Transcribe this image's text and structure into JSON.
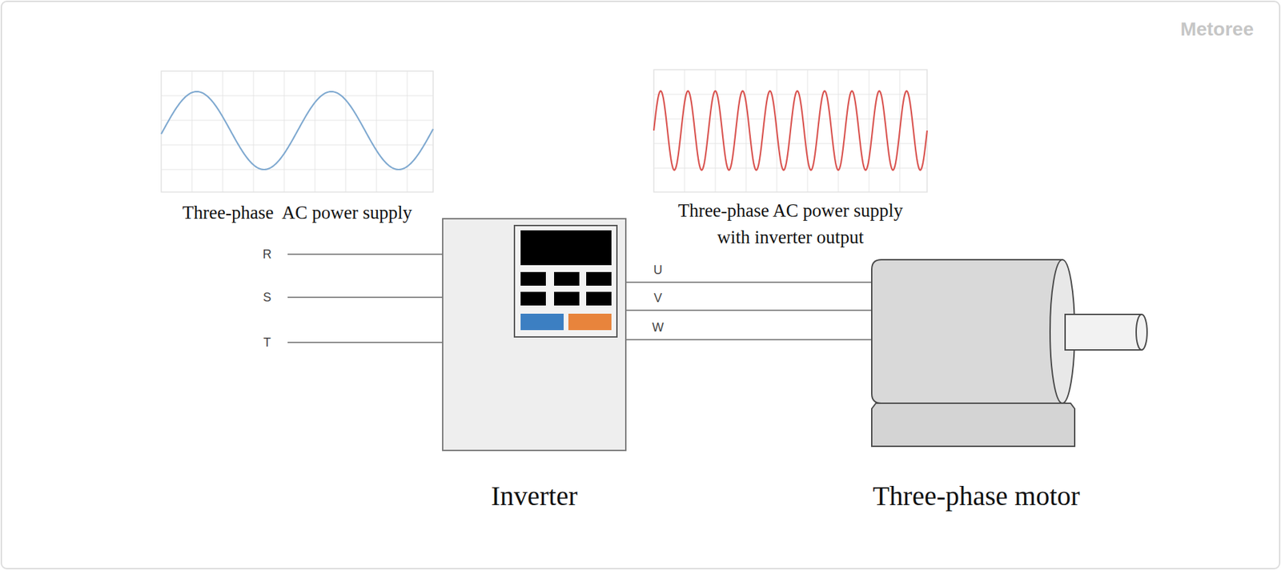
{
  "diagram": {
    "nodes": [
      {
        "text": [
          "Three-phase  AC power supply"
        ]
      },
      {
        "text": [
          "Three-phase AC power supply with inverter output"
        ]
      },
      {
        "text": [
          "Inverter"
        ]
      },
      {
        "text": [
          "Three-phase motor"
        ]
      }
    ],
    "edges": [
      {
        "from": 2,
        "to": 3,
        "arrow": "none",
        "label": "U"
      },
      {
        "from": 2,
        "to": 3,
        "arrow": "none",
        "label": "V"
      },
      {
        "from": 2,
        "to": 3,
        "arrow": "none",
        "label": "W"
      }
    ],
    "labels": [
      "Metoree",
      "R",
      "S",
      "T"
    ]
  }
}
